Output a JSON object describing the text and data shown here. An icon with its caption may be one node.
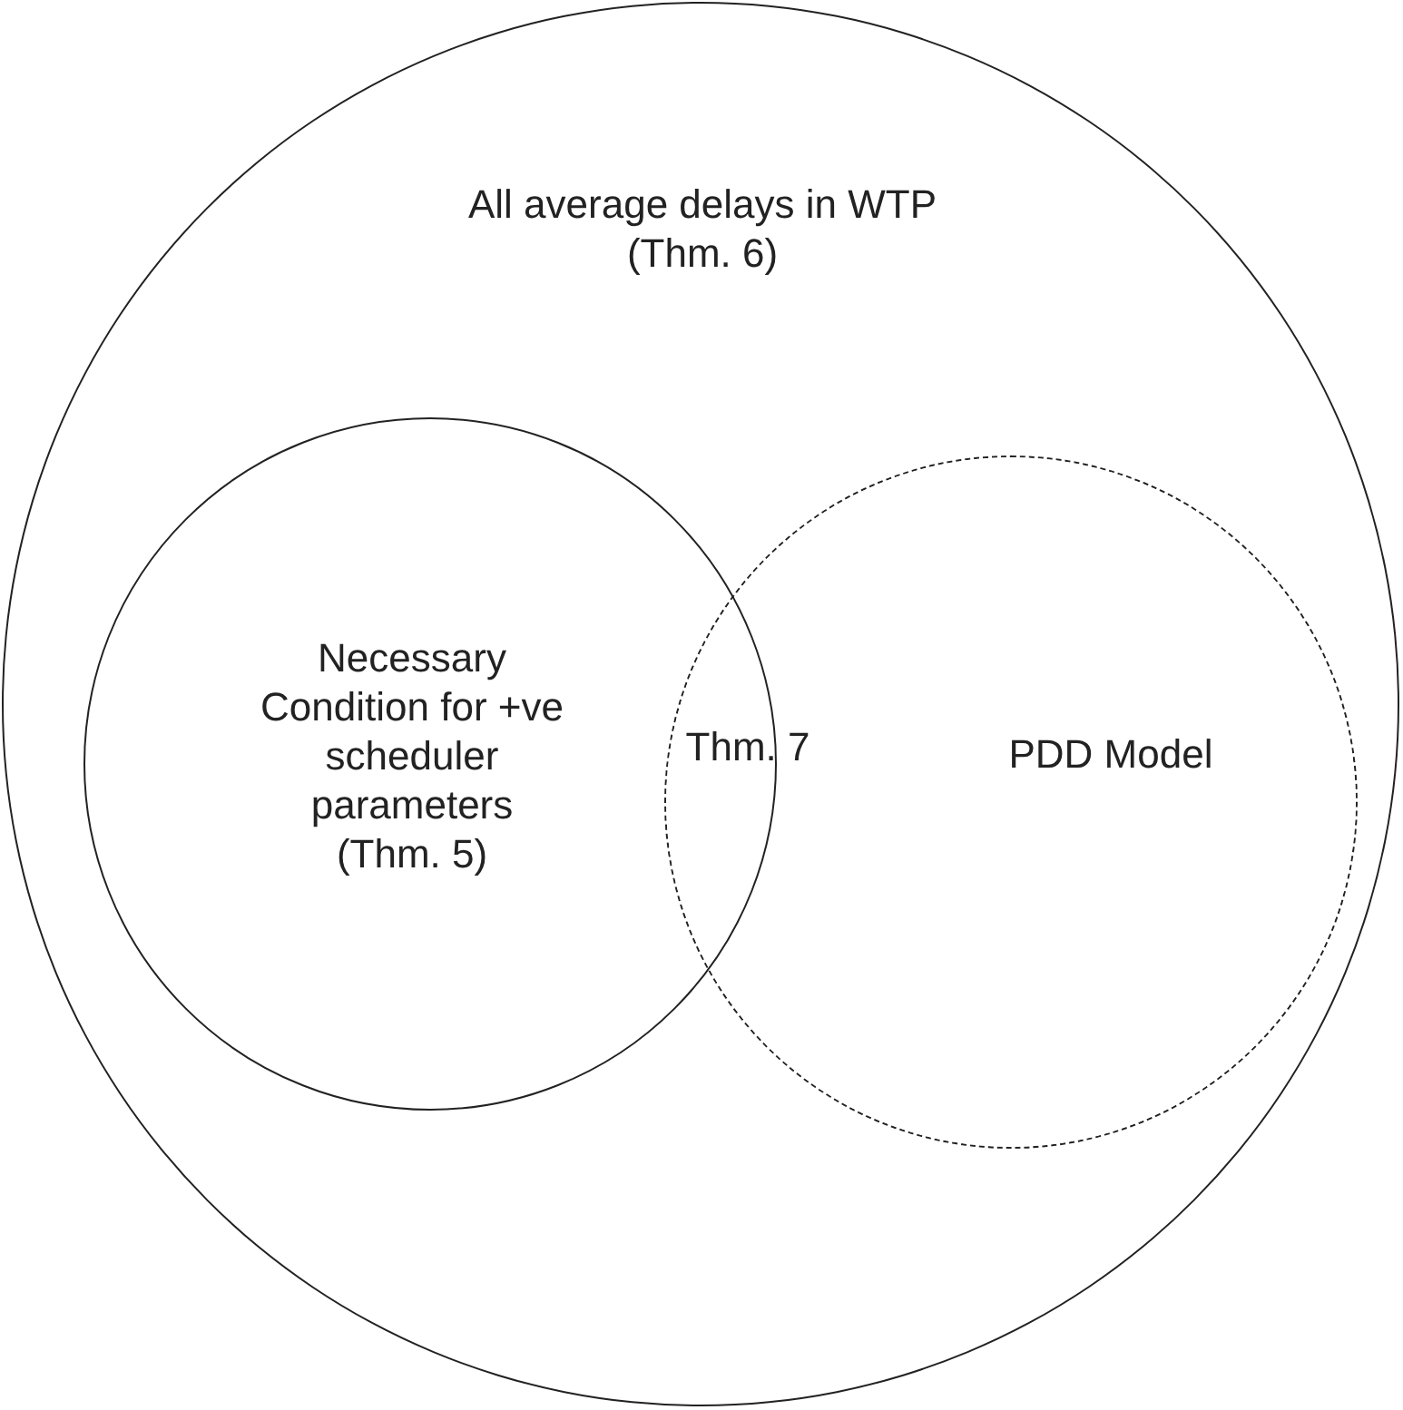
{
  "diagram": {
    "nodes": [
      {
        "text": [
          "All average delays in WTP (Thm. 6)"
        ]
      },
      {
        "text": [
          "Necessary Condition for +ve scheduler parameters (Thm. 5)"
        ],
        "in": 0
      },
      {
        "text": [
          "PDD Model"
        ],
        "in": 0
      }
    ],
    "labels": [
      "Thm. 7"
    ]
  }
}
